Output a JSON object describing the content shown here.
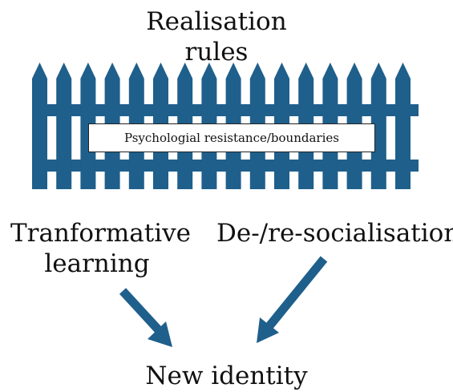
{
  "title": {
    "line1": "Realisation",
    "line2": "rules"
  },
  "fence": {
    "label": "Psychologial resistance/boundaries",
    "color": "#1f5f8b",
    "picket_icon": "fence-picket-icon"
  },
  "left_concept": {
    "line1": "Tranformative",
    "line2": "learning"
  },
  "right_concept": {
    "label": "De-/re-socialisation"
  },
  "outcome": {
    "label": "New identity"
  },
  "arrows": {
    "color": "#1f5f8b",
    "icon": "arrow-icon"
  }
}
